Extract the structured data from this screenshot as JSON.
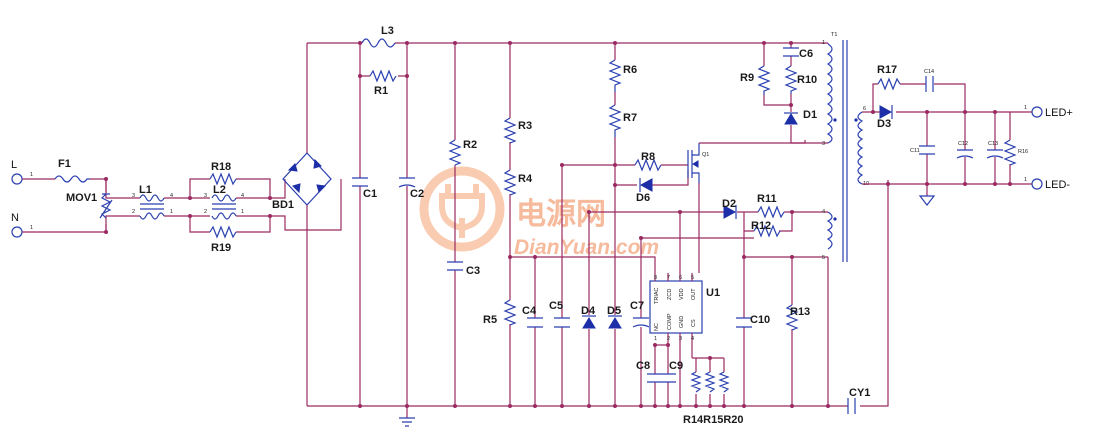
{
  "inputs": {
    "line": "L",
    "neutral": "N"
  },
  "outputs": {
    "led_plus": "LED+",
    "led_minus": "LED-"
  },
  "components": {
    "f1": "F1",
    "mov1": "MOV1",
    "l1": "L1",
    "l2": "L2",
    "l3": "L3",
    "r18": "R18",
    "r19": "R19",
    "bd1": "BD1",
    "r1": "R1",
    "c1": "C1",
    "c2": "C2",
    "r2": "R2",
    "c3": "C3",
    "r3": "R3",
    "r4": "R4",
    "r5": "R5",
    "r6": "R6",
    "r7": "R7",
    "r8": "R8",
    "q1": "Q1",
    "r9": "R9",
    "r10": "R10",
    "c6": "C6",
    "d1": "D1",
    "t1": "T1",
    "d6": "D6",
    "d2": "D2",
    "r11": "R11",
    "r12": "R12",
    "c4": "C4",
    "c5": "C5",
    "d4": "D4",
    "d5": "D5",
    "c7": "C7",
    "u1": "U1",
    "c8": "C8",
    "c9": "C9",
    "c10": "C10",
    "r13": "R13",
    "r14_15_20": "R14R15R20",
    "cy1": "CY1",
    "r17": "R17",
    "c14": "C14",
    "d3": "D3",
    "c11": "C11",
    "c12": "C12",
    "c13": "C13",
    "r16": "R16"
  },
  "ic_pins": {
    "top": [
      "TRIAC",
      "ZCD",
      "VDD",
      "OUT"
    ],
    "bottom": [
      "COMP",
      "GND",
      "CS"
    ],
    "nc": "NC",
    "top_numbers": [
      "8",
      "7",
      "6",
      "5"
    ],
    "bottom_numbers": [
      "1",
      "2",
      "3",
      "4"
    ]
  },
  "pin_numbers": {
    "connector": "1",
    "l1_left": [
      "3",
      "2"
    ],
    "l1_right": [
      "4",
      "1"
    ],
    "l2_left": [
      "3",
      "2"
    ],
    "l2_right": [
      "4",
      "1"
    ],
    "t1": [
      "1",
      "3",
      "4",
      "5",
      "6",
      "10"
    ]
  },
  "watermark": {
    "cn": "电源网",
    "en": "DianYuan.com"
  }
}
